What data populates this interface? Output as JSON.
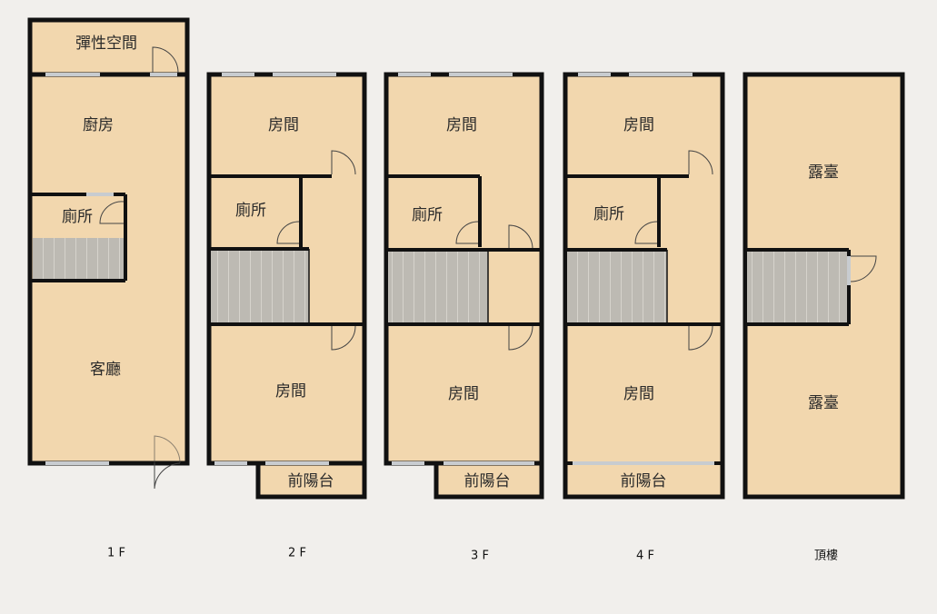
{
  "colors": {
    "background": "#f1efec",
    "room_fill": "#f2d7ae",
    "wall": "#111111",
    "stair_fill": "#bdbab3",
    "window": "#c8ccd0"
  },
  "floors": [
    {
      "id": "1f",
      "label": "1 F",
      "rooms": [
        "彈性空間",
        "廚房",
        "廁所",
        "客廳"
      ]
    },
    {
      "id": "2f",
      "label": "2 F",
      "rooms": [
        "房間",
        "廁所",
        "房間",
        "前陽台"
      ]
    },
    {
      "id": "3f",
      "label": "3 F",
      "rooms": [
        "房間",
        "廁所",
        "房間",
        "前陽台"
      ]
    },
    {
      "id": "4f",
      "label": "4 F",
      "rooms": [
        "房間",
        "廁所",
        "房間",
        "前陽台"
      ]
    },
    {
      "id": "roof",
      "label": "頂樓",
      "rooms": [
        "露臺",
        "露臺"
      ]
    }
  ]
}
